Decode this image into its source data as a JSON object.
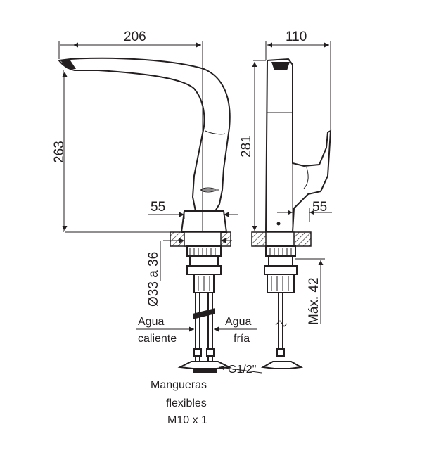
{
  "dimensions": {
    "front_width": "206",
    "side_width": "110",
    "front_height": "263",
    "side_height": "281",
    "front_base": "55",
    "side_base": "55",
    "hole_diameter": "Ø33 a 36",
    "max_thickness": "Máx. 42"
  },
  "labels": {
    "hot_line1": "Agua",
    "hot_line2": "caliente",
    "cold_line1": "Agua",
    "cold_line2": "fría",
    "thread": "G1/2\"",
    "hoses_line1": "Mangueras",
    "hoses_line2": "flexibles",
    "hoses_line3": "M10 x 1"
  },
  "colors": {
    "line": "#231f20",
    "background": "#ffffff"
  }
}
